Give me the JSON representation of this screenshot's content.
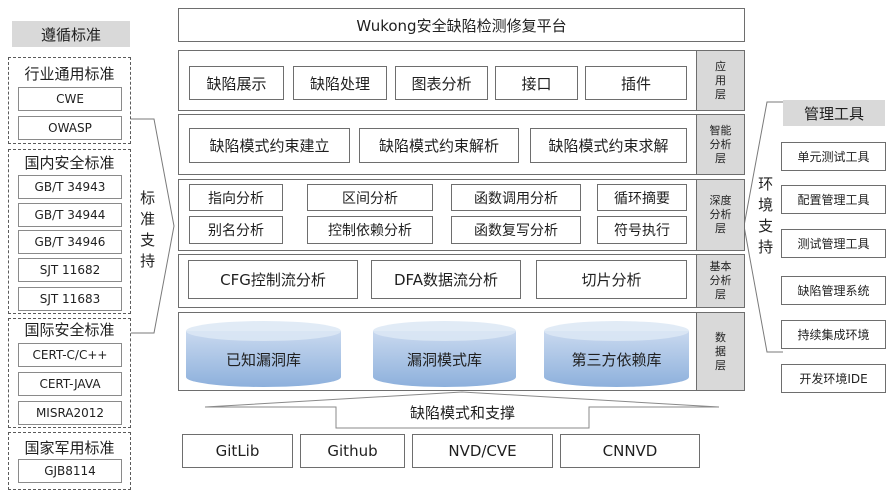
{
  "title": "Wukong安全缺陷检测修复平台",
  "colors": {
    "label_gray": "#d9d9d9",
    "border": "#6e6e6e",
    "dashed": "#5a5a5a",
    "cylinder_top": "#dce7f5",
    "cylinder_bottom": "#8db0dc",
    "text": "#1f1f1f"
  },
  "standards": {
    "header": "遵循标准",
    "support_label": "标准支持",
    "groups": [
      {
        "title": "行业通用标准",
        "items": [
          "CWE",
          "OWASP"
        ]
      },
      {
        "title": "国内安全标准",
        "items": [
          "GB/T 34943",
          "GB/T 34944",
          "GB/T 34946",
          "SJT 11682",
          "SJT 11683"
        ]
      },
      {
        "title": "国际安全标准",
        "items": [
          "CERT-C/C++",
          "CERT-JAVA",
          "MISRA2012"
        ]
      },
      {
        "title": "国家军用标准",
        "items": [
          "GJB8114"
        ]
      }
    ]
  },
  "layers": {
    "application": {
      "label": "应用层",
      "items": [
        "缺陷展示",
        "缺陷处理",
        "图表分析",
        "接口",
        "插件"
      ]
    },
    "intelligent": {
      "label": "智能分析层",
      "items": [
        "缺陷模式约束建立",
        "缺陷模式约束解析",
        "缺陷模式约束求解"
      ]
    },
    "deep": {
      "label": "深度分析层",
      "rows": [
        [
          "指向分析",
          "区间分析",
          "函数调用分析",
          "循环摘要"
        ],
        [
          "别名分析",
          "控制依赖分析",
          "函数复写分析",
          "符号执行"
        ]
      ]
    },
    "basic": {
      "label": "基本分析层",
      "items": [
        "CFG控制流分析",
        "DFA数据流分析",
        "切片分析"
      ]
    },
    "data": {
      "label": "数据层",
      "stores": [
        "已知漏洞库",
        "漏洞模式库",
        "第三方依赖库"
      ]
    }
  },
  "support_bar": "缺陷模式和支撑",
  "sources": [
    "GitLib",
    "Github",
    "NVD/CVE",
    "CNNVD"
  ],
  "tools": {
    "header": "管理工具",
    "support_label": "环境支持",
    "items": [
      "单元测试工具",
      "配置管理工具",
      "测试管理工具",
      "缺陷管理系统",
      "持续集成环境",
      "开发环境IDE"
    ]
  }
}
